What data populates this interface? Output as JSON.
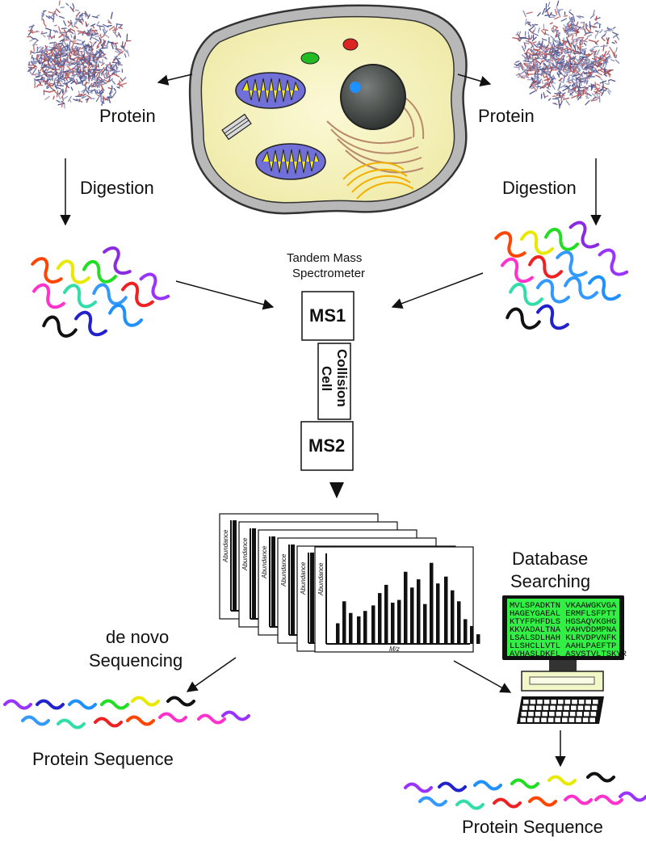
{
  "labels": {
    "protein_left": "Protein",
    "protein_right": "Protein",
    "digestion_left": "Digestion",
    "digestion_right": "Digestion",
    "tandem_line1": "Tandem Mass",
    "tandem_line2": "Spectrometer",
    "ms1": "MS1",
    "collision_line1": "Collision",
    "collision_line2": "Cell",
    "ms2": "MS2",
    "spectrum_ylabel": "Abundance",
    "spectrum_xlabel": "M/z",
    "denovo_line1": "de novo",
    "denovo_line2": "Sequencing",
    "database_line1": "Database",
    "database_line2": "Searching",
    "protein_sequence_left": "Protein Sequence",
    "protein_sequence_right": "Protein Sequence"
  },
  "monitor_lines": [
    "MVLSPADKTN VKAAWGKVGA",
    "HAGEYGAEAL ERMFLSFPTT",
    "KTYFPHFDLS HGSAQVKGHG",
    "KKVADALTNA VAHVDDMPNA",
    "LSALSDLHAH KLRVDPVNFK",
    "LLSHCLLVTL AAHLPAEFTP",
    "AVHASLDKFL ASVSTVLTSKYR"
  ],
  "colors": {
    "cytoplasm": "#f7f5c0",
    "nucleus": "#4a4f4d",
    "mitochondrion": "#7070d8",
    "cristae": "#f4ec1c",
    "screen": "#33ee44"
  },
  "peptide_colors": [
    "#ff4500",
    "#e8e800",
    "#22dd22",
    "#8a2be2",
    "#ff33cc",
    "#33ddaa",
    "#3399ff",
    "#ee2222",
    "#9933ff",
    "#111111",
    "#2222cc",
    "#1e90ff"
  ]
}
